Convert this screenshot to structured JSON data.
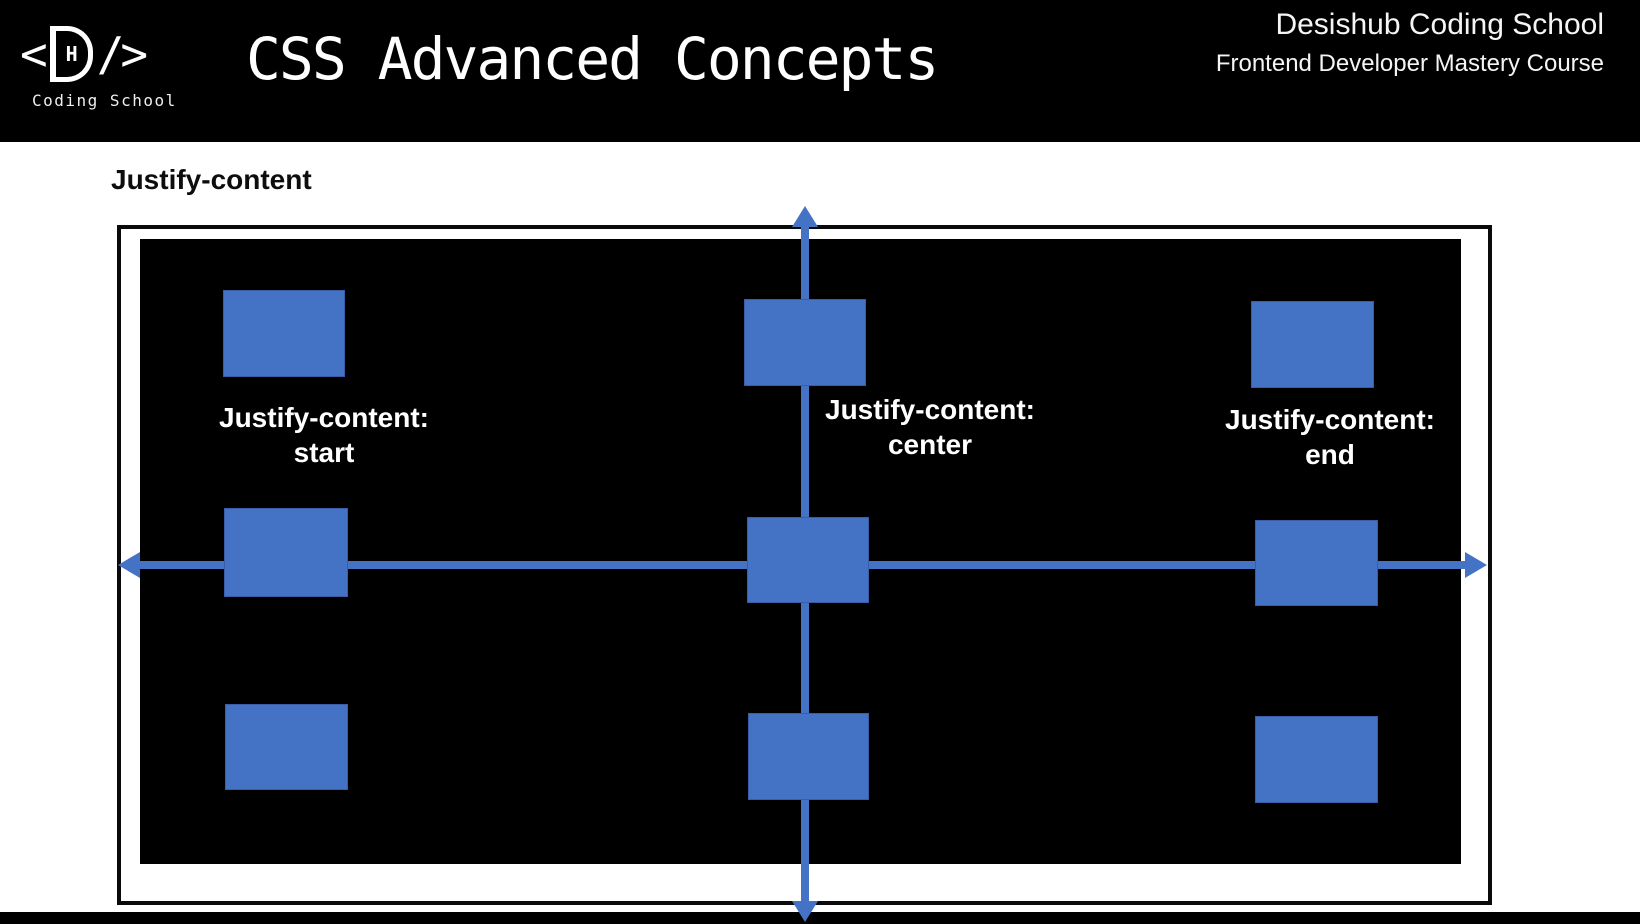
{
  "header": {
    "logo": {
      "bracket_left": "<",
      "letter": "H",
      "slash_bracket": "/>",
      "subtitle": "Coding School"
    },
    "title": "CSS Advanced Concepts",
    "school_name": "Desishub Coding School",
    "course_name": "Frontend Developer Mastery Course"
  },
  "section": {
    "heading": "Justify-content"
  },
  "diagram": {
    "labels": {
      "start": {
        "line1": "Justify-content:",
        "line2": "start"
      },
      "center": {
        "line1": "Justify-content:",
        "line2": "center"
      },
      "end": {
        "line1": "Justify-content:",
        "line2": "end"
      }
    },
    "colors": {
      "accent_blue": "#4472C4",
      "canvas_black": "#000000",
      "frame_white": "#FFFFFF"
    }
  }
}
